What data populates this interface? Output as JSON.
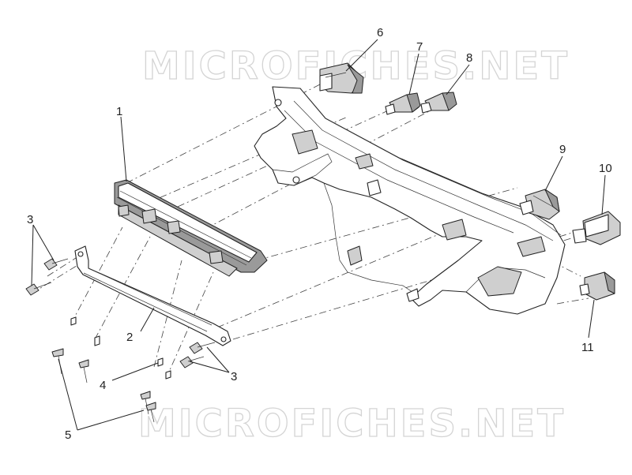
{
  "watermark": {
    "text": "MICROFICHES.NET"
  },
  "callouts": {
    "c1": "1",
    "c2": "2",
    "c3a": "3",
    "c3b": "3",
    "c4": "4",
    "c5": "5",
    "c6": "6",
    "c7": "7",
    "c8": "8",
    "c9": "9",
    "c10": "10",
    "c11": "11"
  }
}
